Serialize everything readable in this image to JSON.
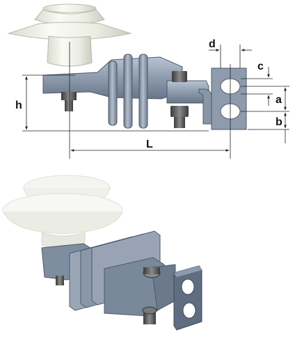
{
  "dimension_labels": {
    "h": "h",
    "d": "d",
    "c": "c",
    "a": "a",
    "b": "b",
    "L": "L"
  },
  "colors": {
    "porcelain": "#eef0e8",
    "porcelain_shade": "#cfd3c8",
    "metal": "#8c9aac",
    "metal_dark": "#5f6d80",
    "metal_light": "#b7c2cf",
    "bolt": "#5a5a5a",
    "line": "#222222"
  }
}
